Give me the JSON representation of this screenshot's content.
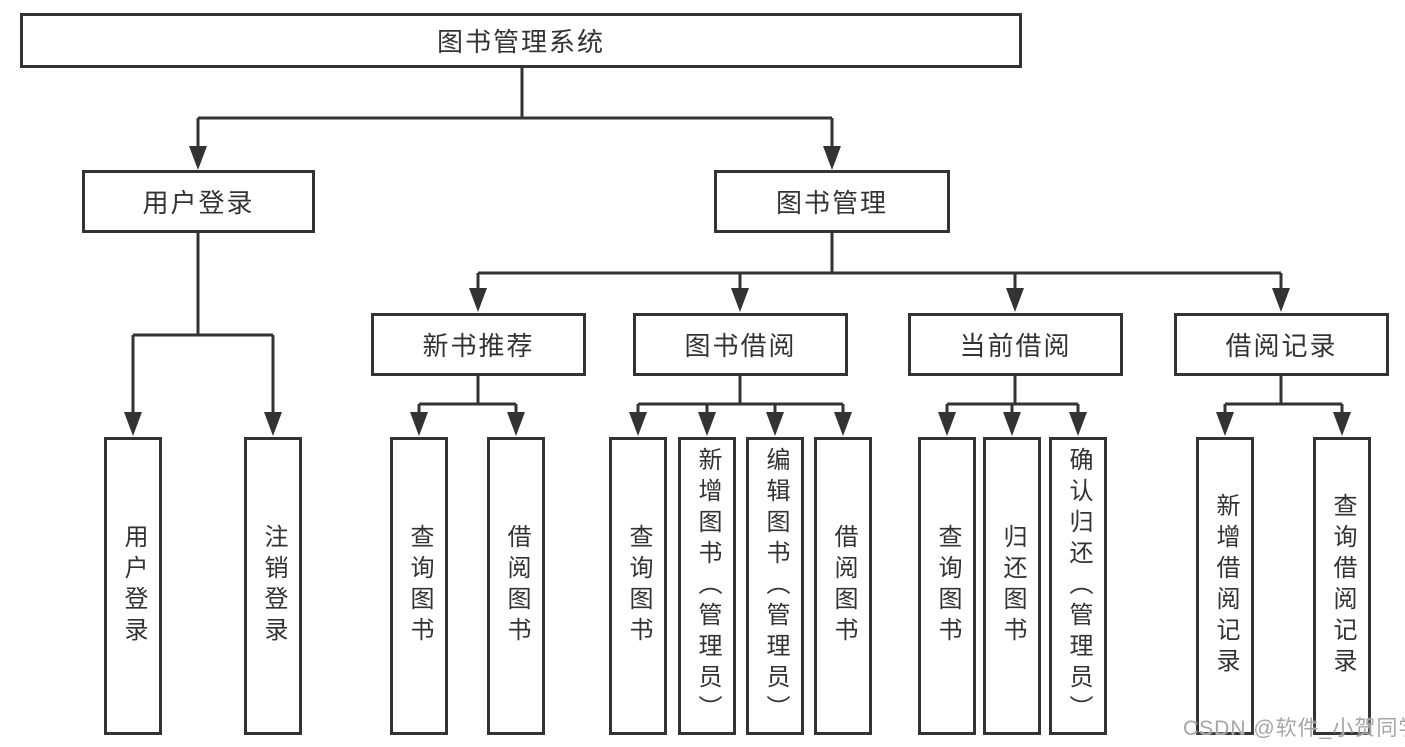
{
  "diagram": {
    "root": {
      "label": "图书管理系统"
    },
    "level2": [
      {
        "label": "用户登录"
      },
      {
        "label": "图书管理"
      }
    ],
    "level3": [
      {
        "label": "新书推荐"
      },
      {
        "label": "图书借阅"
      },
      {
        "label": "当前借阅"
      },
      {
        "label": "借阅记录"
      }
    ],
    "leaves": {
      "user": [
        "用户登录",
        "注销登录"
      ],
      "recommend": [
        "查询图书",
        "借阅图书"
      ],
      "borrow": [
        "查询图书",
        "新增图书（管理员）",
        "编辑图书（管理员）",
        "借阅图书"
      ],
      "current": [
        "查询图书",
        "归还图书",
        "确认归还（管理员）"
      ],
      "records": [
        "新增借阅记录",
        "查询借阅记录"
      ]
    }
  },
  "watermark": {
    "text": "CSDN @软件_小贺同学"
  },
  "colors": {
    "line": "#333333",
    "text": "#333333",
    "background": "#ffffff",
    "watermark": "#a6a6a6"
  }
}
